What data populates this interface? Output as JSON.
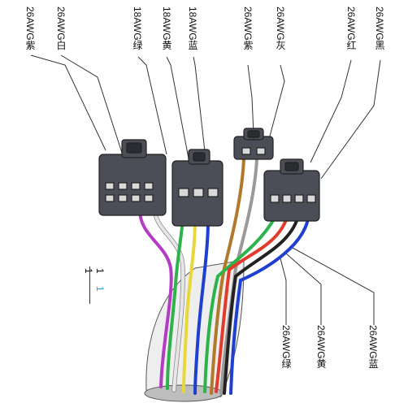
{
  "diagram": {
    "labels_top": [
      "26AWG紫",
      "26AWG白",
      "18AWG绿",
      "18AWG黄",
      "18AWG蓝",
      "26AWG紫",
      "26AWG灰",
      "26AWG红",
      "26AWG黑"
    ],
    "labels_bottom": [
      "26AWG绿",
      "26AWG黄",
      "26AWG蓝"
    ],
    "scale": {
      "top": "1",
      "right_top": "1",
      "right_bottom": "1"
    },
    "wire_colors": {
      "purple": "#b43cc4",
      "white": "#e6e6e6",
      "green": "#2db34a",
      "yellow": "#e8d73a",
      "blue": "#1f3fd1",
      "gray": "#9a9a9a",
      "red": "#e23a2b",
      "black": "#222222",
      "brown": "#b07a2a"
    },
    "connector_color": "#4b4e56"
  }
}
